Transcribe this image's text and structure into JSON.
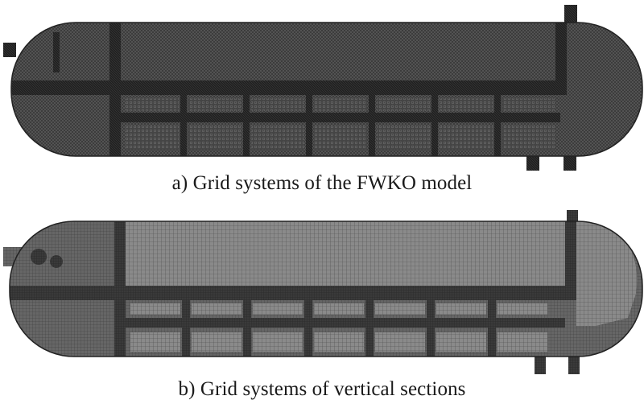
{
  "figure": {
    "panels": [
      {
        "id": "a",
        "caption": "a) Grid systems of the FWKO model"
      },
      {
        "id": "b",
        "caption": "b) Grid systems of vertical sections"
      }
    ]
  }
}
